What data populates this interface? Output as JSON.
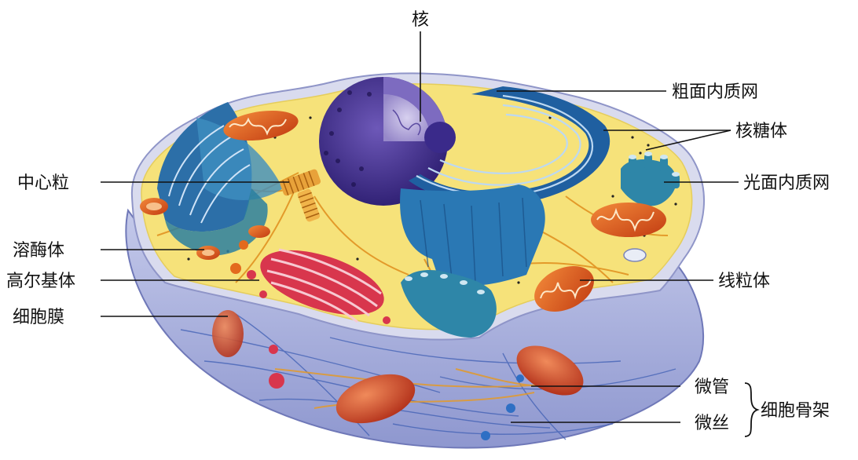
{
  "labels": {
    "nucleus": "核",
    "rough_er": "粗面内质网",
    "ribosome": "核糖体",
    "centriole": "中心粒",
    "smooth_er": "光面内质网",
    "lysosome": "溶酶体",
    "golgi": "高尔基体",
    "mitochondrion": "线粒体",
    "cell_membrane": "细胞膜",
    "microtubule": "微管",
    "microfilament": "微丝",
    "cytoskeleton": "细胞骨架"
  },
  "colors": {
    "cytoplasm": "#f6e27a",
    "membrane": "#c9cbe6",
    "body": "#a9b0dc",
    "nucleus": "#3b2a86",
    "nucleoplasm": "#a89ad3",
    "er": "#1f5fa0",
    "er_light": "#3f8fd0",
    "smooth_er": "#2e86a8",
    "mito": "#e0531c",
    "golgi": "#d8364d",
    "fiber": "#e39a2a",
    "filament": "#4a64b8"
  }
}
